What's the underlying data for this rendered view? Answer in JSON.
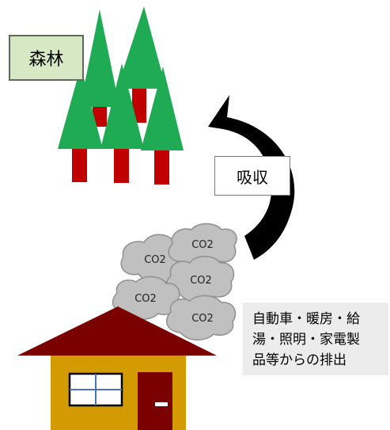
{
  "forest": {
    "label": "森林"
  },
  "cycle": {
    "absorb_label": "吸収"
  },
  "emissions": {
    "label_lines": [
      "自動車・暖房・給",
      "湯・照明・家電製",
      "品等からの排出"
    ],
    "clouds": [
      "CO2",
      "CO2",
      "CO2",
      "CO2",
      "CO2"
    ]
  },
  "colors": {
    "tree": "#1faa54",
    "trunk": "#c00000",
    "cloud": "#c0c0c0",
    "roof": "#7b0000",
    "wall": "#d49b00",
    "door": "#7b0000",
    "arrow": "#000000"
  }
}
